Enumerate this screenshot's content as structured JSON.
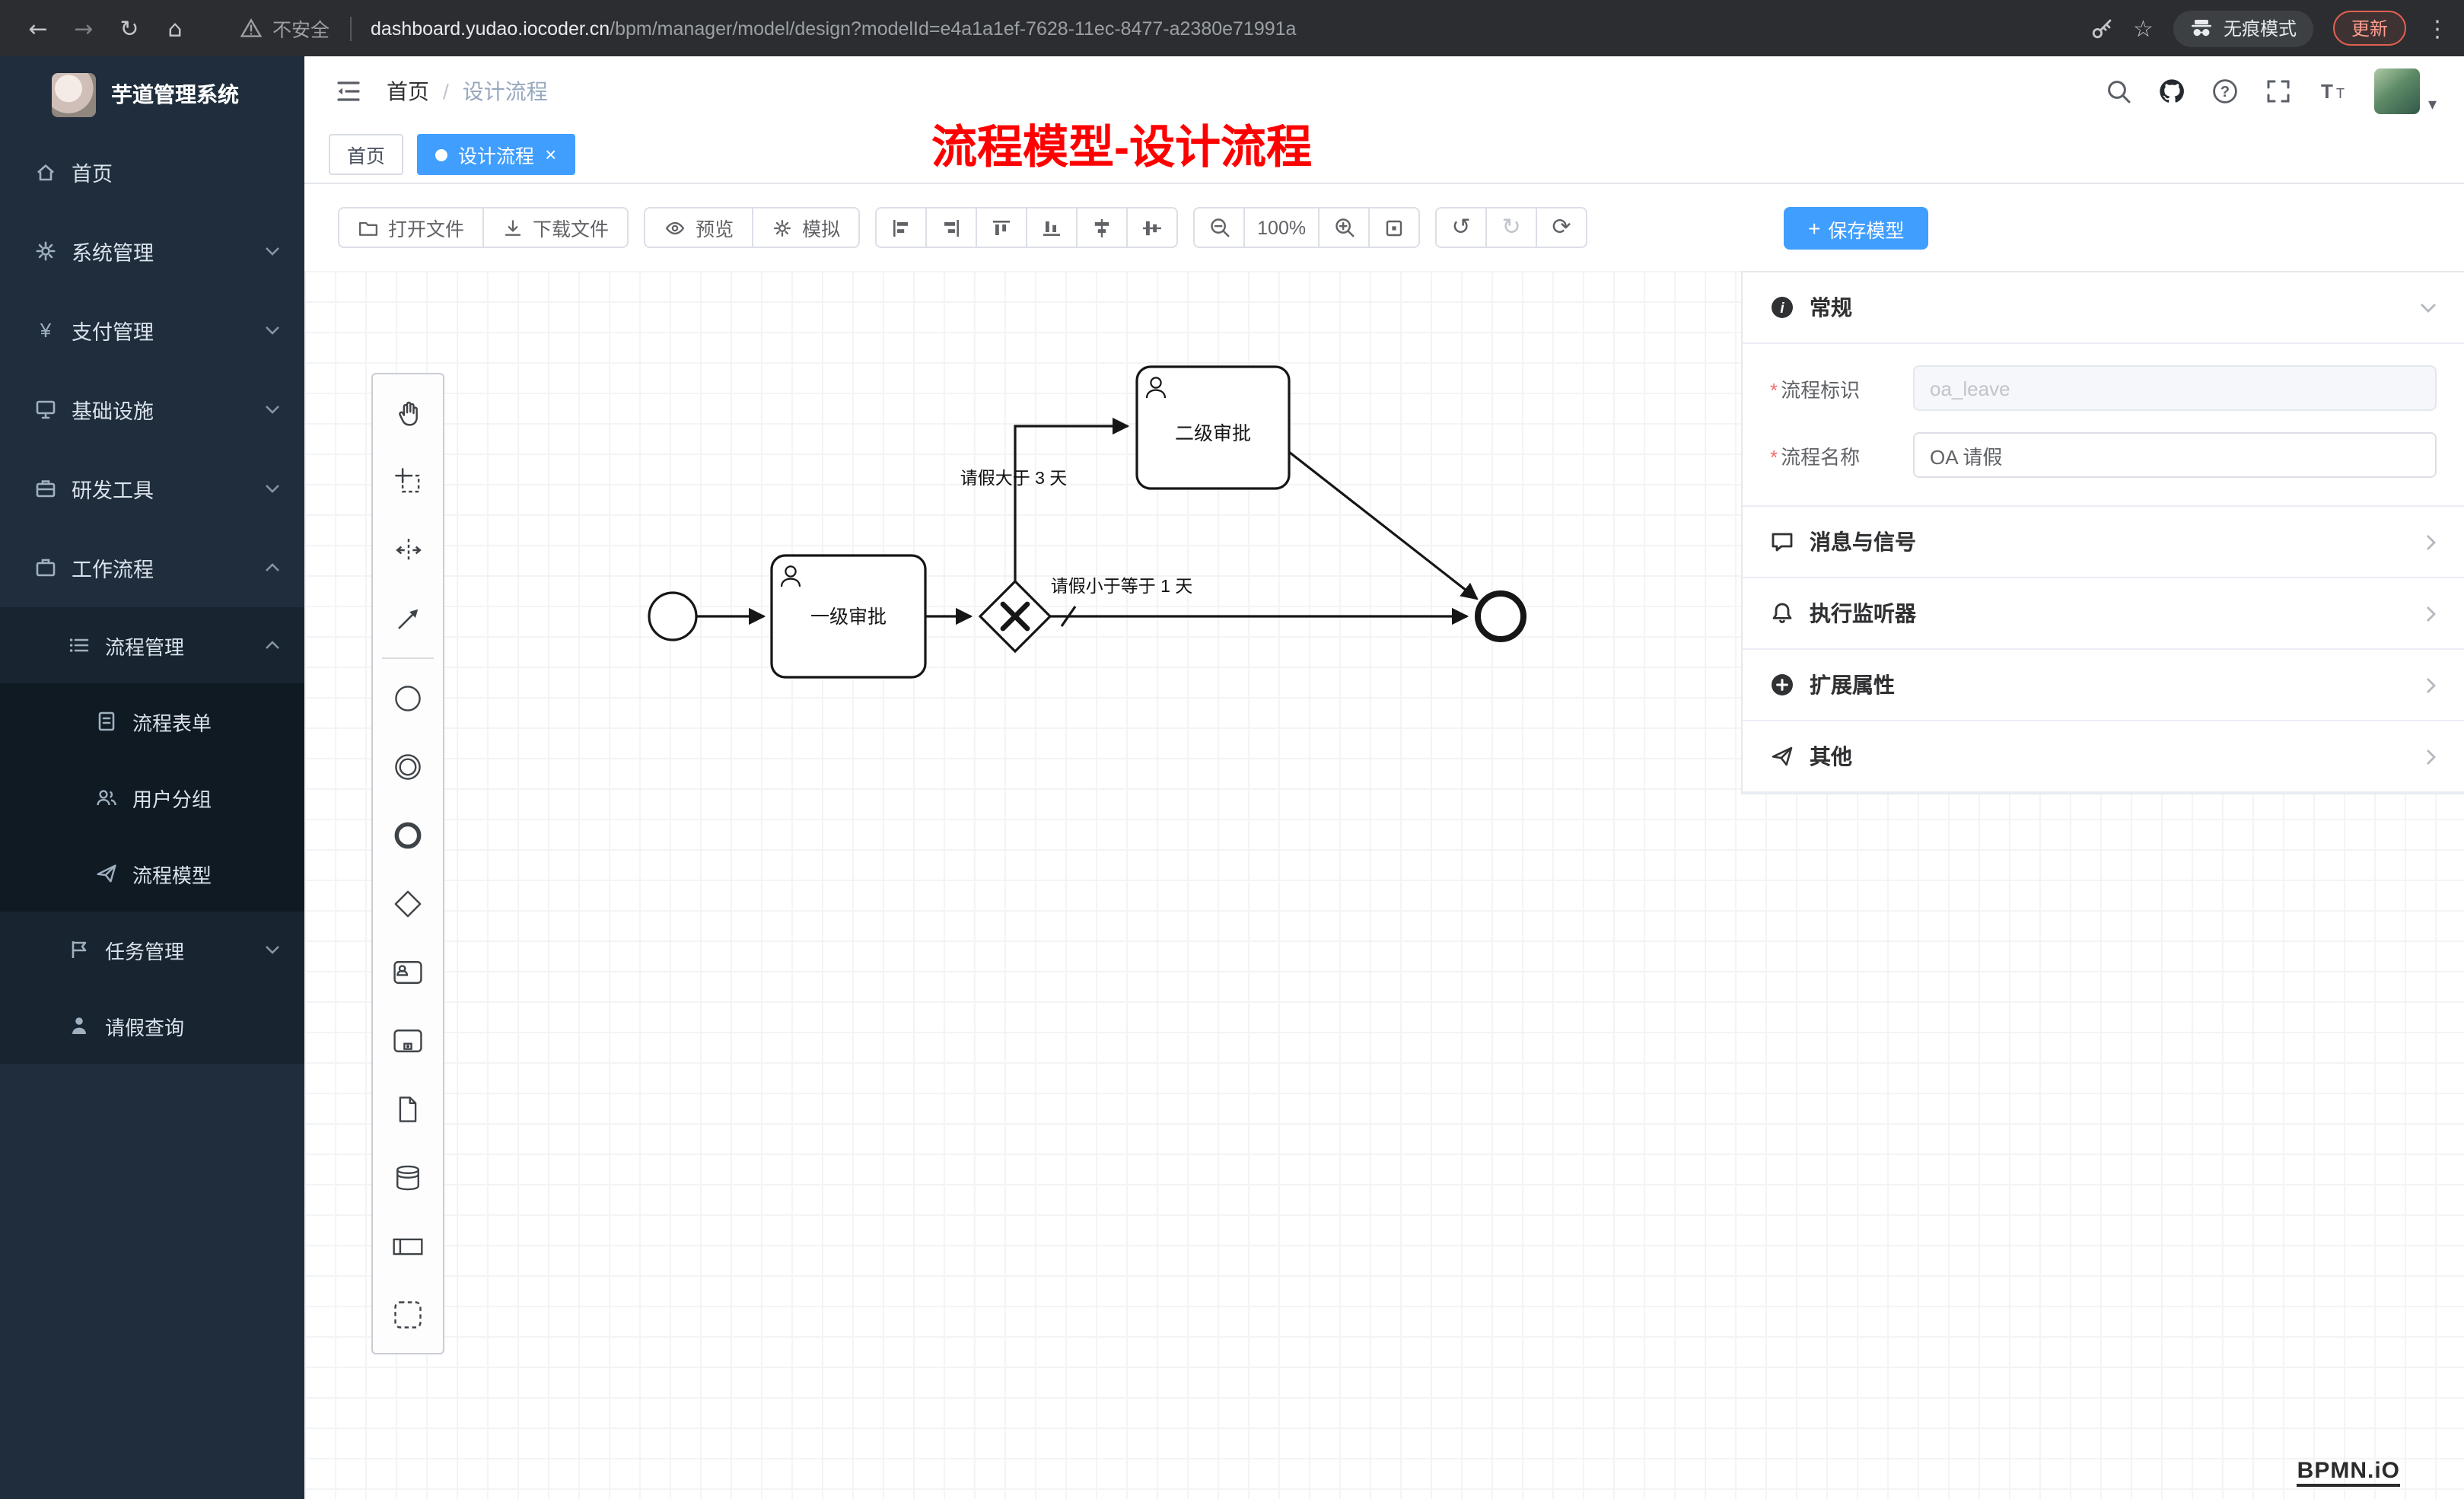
{
  "browser": {
    "not_secure": "不安全",
    "url_host": "dashboard.yudao.iocoder.cn",
    "url_path": "/bpm/manager/model/design?modelId=e4a1a1ef-7628-11ec-8477-a2380e71991a",
    "incognito": "无痕模式",
    "update": "更新"
  },
  "sidebar": {
    "title": "芋道管理系统",
    "items": [
      {
        "label": "首页"
      },
      {
        "label": "系统管理"
      },
      {
        "label": "支付管理"
      },
      {
        "label": "基础设施"
      },
      {
        "label": "研发工具"
      },
      {
        "label": "工作流程"
      },
      {
        "label": "流程管理"
      },
      {
        "label": "流程表单"
      },
      {
        "label": "用户分组"
      },
      {
        "label": "流程模型"
      },
      {
        "label": "任务管理"
      },
      {
        "label": "请假查询"
      }
    ]
  },
  "header": {
    "breadcrumb_home": "首页",
    "breadcrumb_current": "设计流程",
    "annotation": "流程模型-设计流程"
  },
  "tabs": {
    "home": "首页",
    "design": "设计流程"
  },
  "toolbar": {
    "open": "打开文件",
    "download": "下载文件",
    "preview": "预览",
    "simulate": "模拟",
    "zoom": "100%",
    "save": "保存模型"
  },
  "diagram": {
    "task1": "一级审批",
    "task2": "二级审批",
    "cond_gt3": "请假大于 3 天",
    "cond_le1": "请假小于等于 1 天"
  },
  "panel": {
    "general": "常规",
    "process_id_label": "流程标识",
    "process_id_value": "oa_leave",
    "process_name_label": "流程名称",
    "process_name_value": "OA 请假",
    "messages": "消息与信号",
    "listeners": "执行监听器",
    "ext_props": "扩展属性",
    "other": "其他"
  },
  "watermark": "BPMN.iO",
  "colors": {
    "accent": "#409eff",
    "annotation": "#ff0000"
  }
}
